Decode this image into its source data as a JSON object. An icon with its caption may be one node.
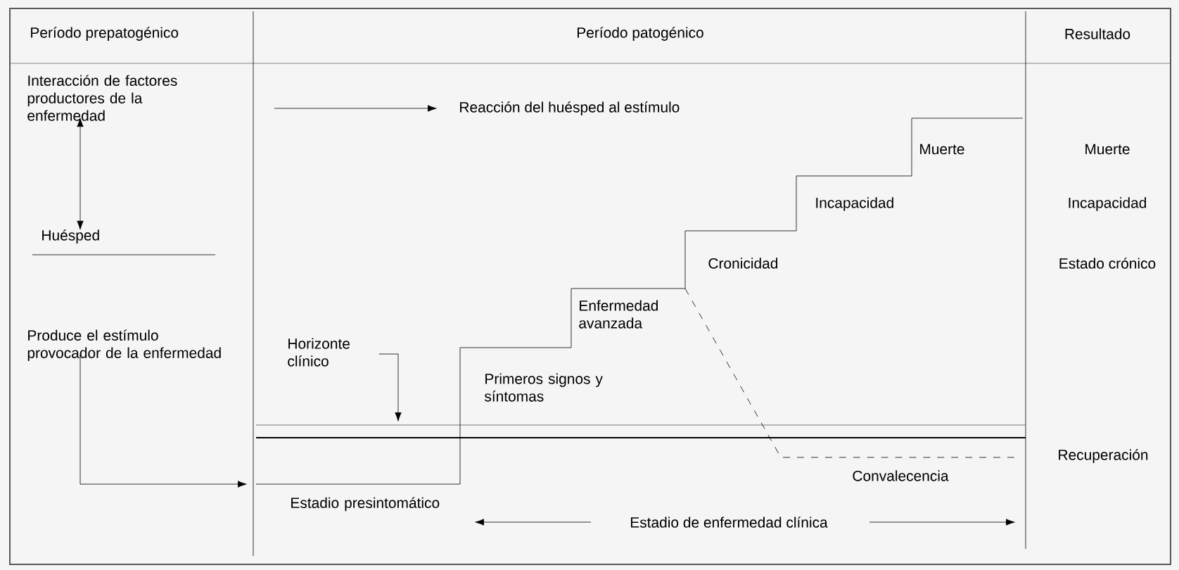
{
  "diagram": {
    "nodes": [
      {
        "text": [
          "Interacción de factores productores de la enfermedad"
        ]
      },
      {
        "text": [
          "Huésped"
        ]
      },
      {
        "text": [
          "Produce el estímulo provocador de la enfermedad"
        ]
      },
      {
        "text": [
          "Horizonte clínico"
        ]
      }
    ],
    "edges": [
      {
        "from": 0,
        "to": 1,
        "arrow": "both"
      },
      {
        "from": 2,
        "to": null,
        "arrow": "to"
      },
      {
        "from": 3,
        "to": null,
        "arrow": "to"
      }
    ],
    "labels": [
      "Período prepatogénico",
      "Período patogénico",
      "Resultado",
      "Reacción del huésped al estímulo",
      "Muerte",
      "Muerte",
      "Incapacidad",
      "Incapacidad",
      "Cronicidad",
      "Estado crónico",
      "Enfermedad avanzada",
      "Primeros signos y síntomas",
      "Recuperación",
      "Convalecencia",
      "Estadio presintomático",
      "Estadio de enfermedad clínica"
    ]
  }
}
